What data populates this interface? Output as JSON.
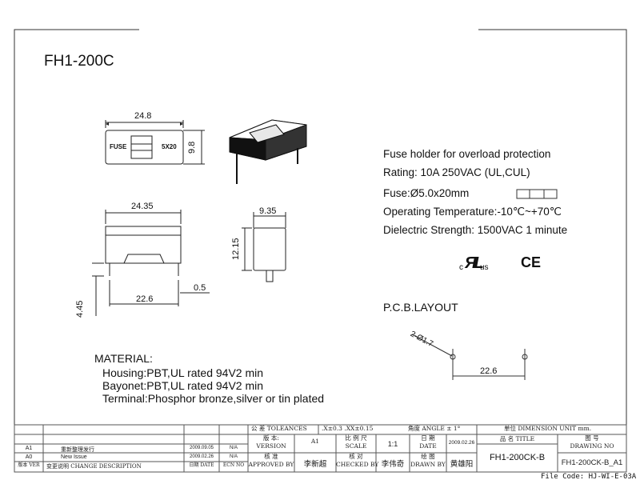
{
  "title": "FH1-200C",
  "dimensions": {
    "top_width": "24.8",
    "top_height": "9.8",
    "front_width": "24.35",
    "side_width": "9.35",
    "height": "12.15",
    "pin_width": "0.5",
    "pin_spacing": "22.6",
    "pin_length": "4.45",
    "pcb_hole": "2-Ø1.7",
    "pcb_spacing": "22.6"
  },
  "part_labels": {
    "fuse": "FUSE",
    "size": "5X20"
  },
  "specs": {
    "description": "Fuse holder for overload protection",
    "rating": "Rating: 10A 250VAC (UL,CUL)",
    "fuse": "Fuse:Ø5.0x20mm",
    "temperature": "Operating Temperature:-10℃~+70℃",
    "dielectric": "Dielectric Strength: 1500VAC 1 minute",
    "pcb_layout": "P.C.B.LAYOUT"
  },
  "certifications": {
    "ul": "us",
    "ul_c": "c",
    "ce": "CE"
  },
  "material": {
    "heading": "MATERIAL:",
    "housing": "Housing:PBT,UL rated 94V2 min",
    "bayonet": "Bayonet:PBT,UL rated 94V2 min",
    "terminal": "Terminal:Phosphor bronze,silver or tin plated"
  },
  "title_block": {
    "tolerance_label": "公  差  TOLEANCES",
    "tolerance_values": ".X±0.3  .XX±0.15",
    "angle": "角度 ANGLE ± 1°",
    "unit_label": "单位  DIMENSION UNIT    mm.",
    "version_label_cn": "版  本:",
    "version_label_en": "VERSION",
    "version": "A1",
    "scale_label_cn": "比 例 尺",
    "scale_label_en": "SCALE",
    "scale": "1:1",
    "date_label_cn": "日  期",
    "date_label_en": "DATE",
    "date": "2009.02.26",
    "name_label": "品  名   TITLE",
    "title_value": "FH1-200CK-B",
    "drawing_no_label_cn": "图  号",
    "drawing_no_label_en": "DRAWING NO",
    "drawing_no": "FH1-200CK-B_A1",
    "approved_cn": "核  准",
    "approved_en": "APPROVED BY",
    "approved_name": "李新超",
    "checked_cn": "核  对",
    "checked_en": "CHECKED BY",
    "checked_name": "李伟奇",
    "drawn_cn": "绘  图",
    "drawn_en": "DRAWN BY",
    "drawn_name": "黄雄阳",
    "revisions": [
      {
        "ver": "A1",
        "desc": "重新整理发行",
        "date": "2009.09.05",
        "ecn": "N/A"
      },
      {
        "ver": "A0",
        "desc": "New Issue",
        "date": "2009.02.26",
        "ecn": "N/A"
      }
    ],
    "header": {
      "ver": "版本 VER",
      "desc": "变更说明  CHANGE DESCRIPTION",
      "date": "日期 DATE",
      "ecn": "ECN NO"
    }
  },
  "file_code": "File Code: HJ-WI-E-03A"
}
